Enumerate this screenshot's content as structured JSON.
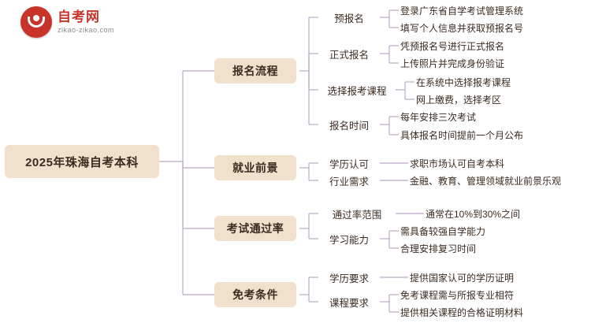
{
  "brand": {
    "title": "自考网",
    "subtitle": "zikao-zikao.com",
    "logo_icon": "red-circle-smile-logo",
    "accent_color": "#c8342a"
  },
  "mindmap": {
    "node_fill": "#f0e0cc",
    "line_color": "#b9a9c4",
    "root": "2025年珠海自考本科",
    "branches": [
      {
        "label": "报名流程",
        "subs": [
          {
            "label": "预报名",
            "leaves": [
              "登录广东省自学考试管理系统",
              "填写个人信息并获取预报名号"
            ]
          },
          {
            "label": "正式报名",
            "leaves": [
              "凭预报名号进行正式报名",
              "上传照片并完成身份验证"
            ]
          },
          {
            "label": "选择报考课程",
            "leaves": [
              "在系统中选择报考课程",
              "网上缴费，选择考区"
            ]
          },
          {
            "label": "报名时间",
            "leaves": [
              "每年安排三次考试",
              "具体报名时间提前一个月公布"
            ]
          }
        ]
      },
      {
        "label": "就业前景",
        "subs": [
          {
            "label": "学历认可",
            "leaves": [
              "求职市场认可自考本科"
            ]
          },
          {
            "label": "行业需求",
            "leaves": [
              "金融、教育、管理领域就业前景乐观"
            ]
          }
        ]
      },
      {
        "label": "考试通过率",
        "subs": [
          {
            "label": "通过率范围",
            "leaves": [
              "通常在10%到30%之间"
            ]
          },
          {
            "label": "学习能力",
            "leaves": [
              "需具备较强自学能力",
              "合理安排复习时间"
            ]
          }
        ]
      },
      {
        "label": "免考条件",
        "subs": [
          {
            "label": "学历要求",
            "leaves": [
              "提供国家认可的学历证明"
            ]
          },
          {
            "label": "课程要求",
            "leaves": [
              "免考课程需与所报专业相符",
              "提供相关课程的合格证明材料"
            ]
          }
        ]
      }
    ]
  }
}
